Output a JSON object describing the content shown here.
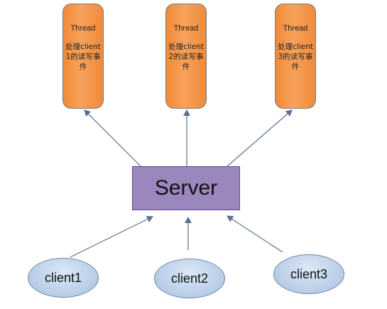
{
  "threads": [
    {
      "title": "Thread",
      "description": "处理client1的读写事件"
    },
    {
      "title": "Thread",
      "description": "处理client2的读写事件"
    },
    {
      "title": "Thread",
      "description": "处理client3的读写事件"
    }
  ],
  "server": {
    "label": "Server"
  },
  "clients": [
    {
      "label": "client1"
    },
    {
      "label": "client2"
    },
    {
      "label": "client3"
    }
  ],
  "colors": {
    "thread_fill": "#f7a25a",
    "server_fill": "#9b86bd",
    "client_fill": "#b7cce6",
    "arrow": "#5a7190"
  }
}
